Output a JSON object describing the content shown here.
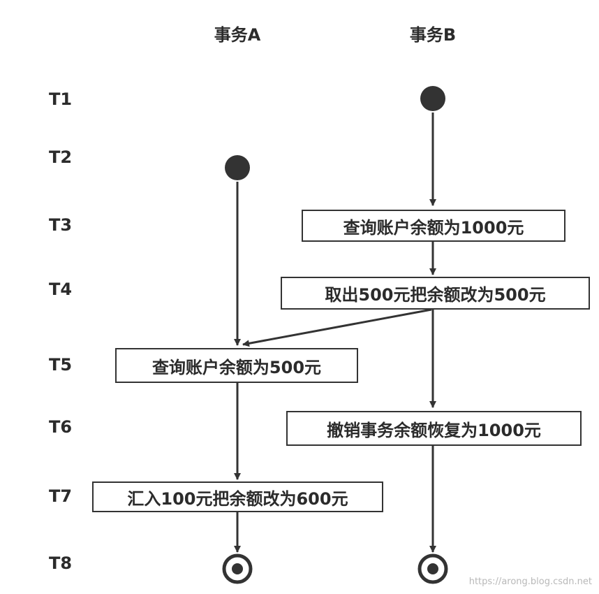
{
  "columns": {
    "a": "事务A",
    "b": "事务B"
  },
  "time_labels": [
    "T1",
    "T2",
    "T3",
    "T4",
    "T5",
    "T6",
    "T7",
    "T8"
  ],
  "steps": {
    "b_query": "查询账户余额为1000元",
    "b_withdraw": "取出500元把余额改为500元",
    "a_query": "查询账户余额为500元",
    "b_rollback": "撤销事务余额恢复为1000元",
    "a_deposit": "汇入100元把余额改为600元"
  },
  "watermark": "https://arong.blog.csdn.net",
  "colors": {
    "stroke": "#333333",
    "text": "#2b2b2b",
    "watermark": "#b8b8b8"
  }
}
